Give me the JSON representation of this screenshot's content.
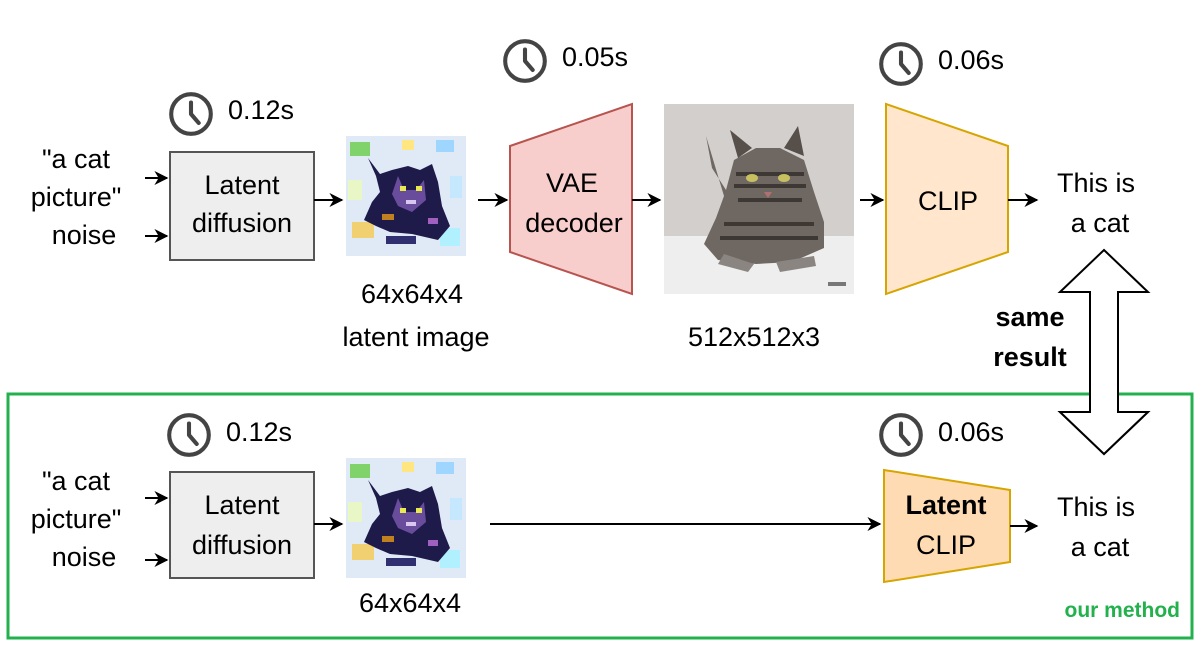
{
  "top_pipeline": {
    "input_prompt_lines": [
      "\"a cat",
      "picture\""
    ],
    "input_noise": "noise",
    "latent_diffusion": {
      "label_lines": [
        "Latent",
        "diffusion"
      ],
      "time": "0.12s"
    },
    "latent_image": {
      "caption_lines": [
        "64x64x4",
        "latent image"
      ]
    },
    "vae_decoder": {
      "label_lines": [
        "VAE",
        "decoder"
      ],
      "time": "0.05s"
    },
    "decoded_image": {
      "caption": "512x512x3"
    },
    "clip": {
      "label": "CLIP",
      "time": "0.06s"
    },
    "output_lines": [
      "This is",
      "a cat"
    ]
  },
  "comparison": {
    "label_lines": [
      "same",
      "result"
    ]
  },
  "bottom_pipeline": {
    "input_prompt_lines": [
      "\"a cat",
      "picture\""
    ],
    "input_noise": "noise",
    "latent_diffusion": {
      "label_lines": [
        "Latent",
        "diffusion"
      ],
      "time": "0.12s"
    },
    "latent_image": {
      "caption": "64x64x4"
    },
    "latent_clip": {
      "label_lines": [
        "Latent",
        "CLIP"
      ],
      "time": "0.06s"
    },
    "output_lines": [
      "This is",
      "a cat"
    ],
    "method_label": "our method"
  },
  "colors": {
    "method_box": "#22b14c",
    "diffusion_fill": "#eeeeee",
    "diffusion_stroke": "#555555",
    "vae_fill": "#f8cecc",
    "vae_stroke": "#b85450",
    "clip_fill": "#ffe6cc",
    "clip_stroke": "#d6a500",
    "latent_clip_fill": "#ffdbb3",
    "clock": "#444444",
    "method_text": "#22b14c"
  }
}
